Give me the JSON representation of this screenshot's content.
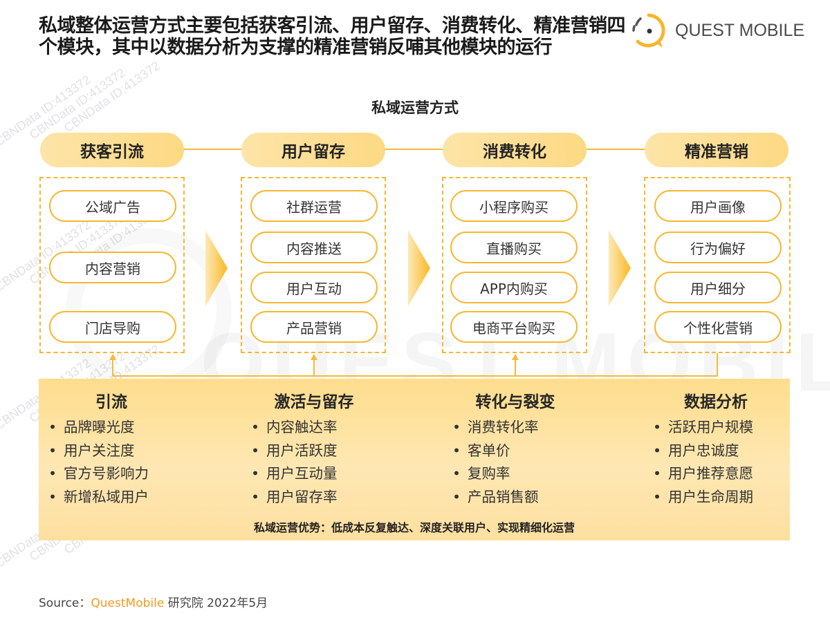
{
  "headline": "私域整体运营方式主要包括获客引流、用户留存、消费转化、精准营销四个模块，其中以数据分析为支撑的精准营销反哺其他模块的运行",
  "logo": {
    "icon": "quest-mobile-logo-icon",
    "text": "QUEST MOBILE",
    "color": "#f7b62e"
  },
  "diagram": {
    "title": "私域运营方式",
    "stages": [
      {
        "label": "获客引流",
        "items": [
          "公域广告",
          "内容营销",
          "门店导购"
        ]
      },
      {
        "label": "用户留存",
        "items": [
          "社群运营",
          "内容推送",
          "用户互动",
          "产品营销"
        ]
      },
      {
        "label": "消费转化",
        "items": [
          "小程序购买",
          "直播购买",
          "APP内购买",
          "电商平台购买"
        ]
      },
      {
        "label": "精准营销",
        "items": [
          "用户画像",
          "行为偏好",
          "用户细分",
          "个性化营销"
        ]
      }
    ],
    "flow_icon": "chevron-right-icon",
    "feedback_icon": "arrow-up-icon"
  },
  "metrics": {
    "columns": [
      {
        "title": "引流",
        "items": [
          "品牌曝光度",
          "用户关注度",
          "官方号影响力",
          "新增私域用户"
        ]
      },
      {
        "title": "激活与留存",
        "items": [
          "内容触达率",
          "用户活跃度",
          "用户互动量",
          "用户留存率"
        ]
      },
      {
        "title": "转化与裂变",
        "items": [
          "消费转化率",
          "客单价",
          "复购率",
          "产品销售额"
        ]
      },
      {
        "title": "数据分析",
        "items": [
          "活跃用户规模",
          "用户忠诚度",
          "用户推荐意愿",
          "用户生命周期"
        ]
      }
    ],
    "advantage": "私域运营优势：低成本反复触达、深度关联用户、实现精细化运营"
  },
  "watermark": {
    "brand": "QUEST MOBILE",
    "id_text": "CBNData ID:413372"
  },
  "source": {
    "prefix": "Source：",
    "brand": "QuestMobile",
    "suffix": " 研究院 2022年5月"
  },
  "colors": {
    "accent": "#f7b62e",
    "pill_bg": "#fdd983",
    "panel_bg": "#fee7b3",
    "brand_orange": "#f39a1e"
  }
}
